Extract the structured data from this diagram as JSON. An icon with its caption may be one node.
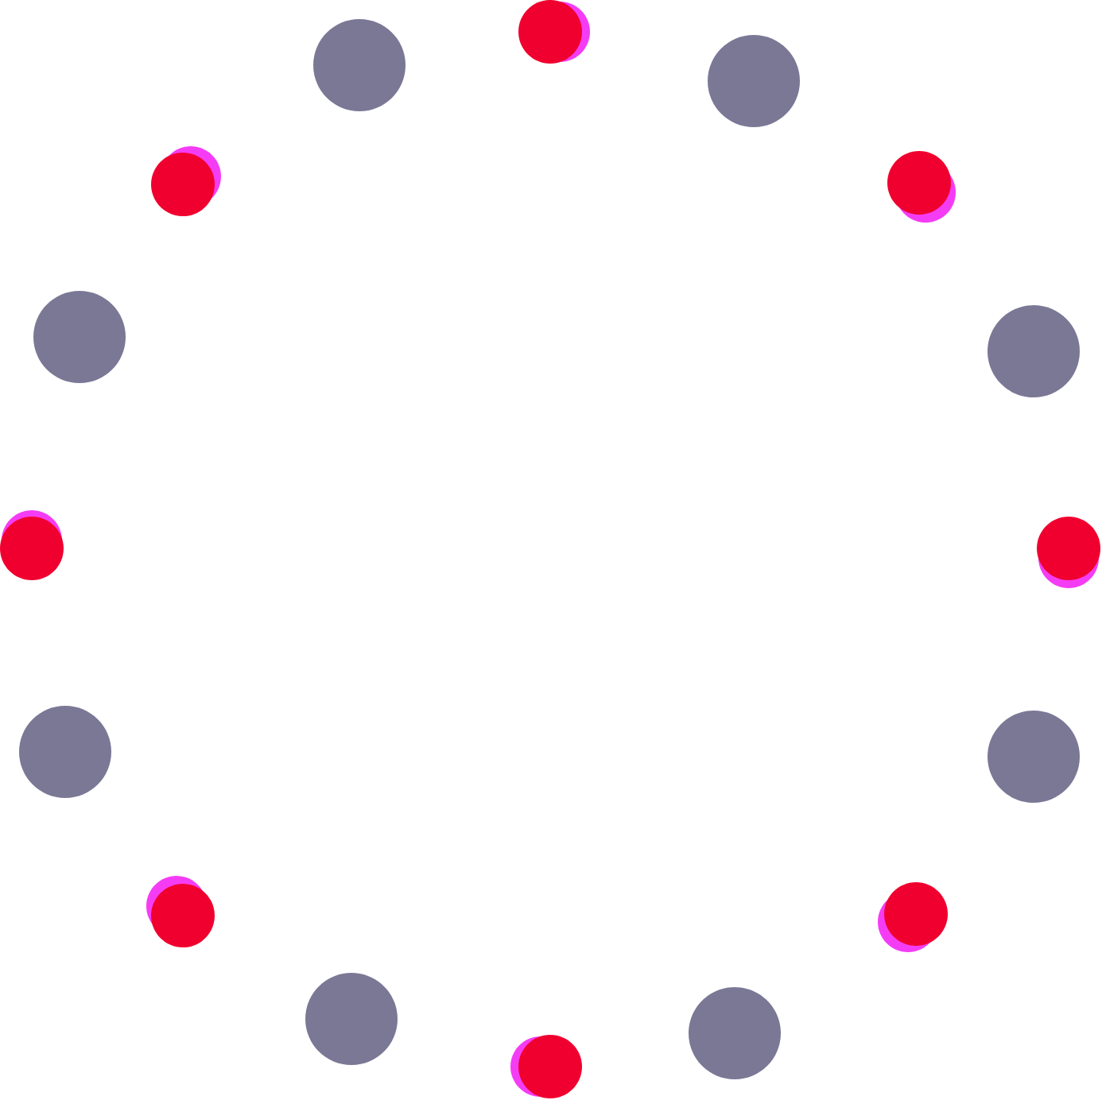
{
  "diagram": {
    "nodes": [
      {
        "text": [],
        "shape": "circle"
      },
      {
        "text": [],
        "shape": "circle"
      },
      {
        "text": [],
        "shape": "circle"
      },
      {
        "text": [],
        "shape": "circle"
      },
      {
        "text": [],
        "shape": "circle"
      },
      {
        "text": [],
        "shape": "circle"
      },
      {
        "text": [],
        "shape": "circle"
      },
      {
        "text": [],
        "shape": "circle"
      },
      {
        "text": [],
        "shape": "circle"
      },
      {
        "text": [],
        "shape": "circle"
      },
      {
        "text": [],
        "shape": "circle"
      },
      {
        "text": [],
        "shape": "circle"
      },
      {
        "text": [],
        "shape": "circle"
      },
      {
        "text": [],
        "shape": "circle"
      },
      {
        "text": [],
        "shape": "circle"
      },
      {
        "text": [],
        "shape": "circle"
      }
    ]
  }
}
